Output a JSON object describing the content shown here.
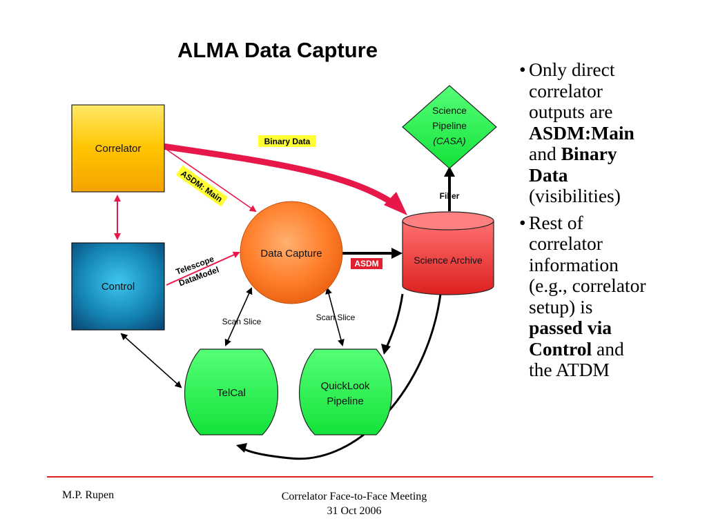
{
  "title": "ALMA Data Capture",
  "nodes": {
    "correlator": "Correlator",
    "control": "Control",
    "data_capture": "Data Capture",
    "science_archive": "Science Archive",
    "science_pipeline": [
      "Science",
      "Pipeline",
      "(CASA)"
    ],
    "telcal": "TelCal",
    "quicklook": [
      "QuickLook",
      "Pipeline"
    ]
  },
  "edge_labels": {
    "binary_data": "Binary Data",
    "asdm_main": "ASDM: Main",
    "telescope_datamodel": [
      "Telescope",
      "DataModel"
    ],
    "asdm": "ASDM",
    "filler": "Filler",
    "scan_slice_left": "Scan Slice",
    "scan_slice_right": "Scan Slice"
  },
  "bullets": [
    {
      "lines": [
        [
          "Only direct"
        ],
        [
          "correlator"
        ],
        [
          "outputs are"
        ],
        [
          "<b>",
          "ASDM:Main"
        ],
        [
          "and ",
          "<b>",
          "Binary"
        ],
        [
          "<b>",
          "Data"
        ],
        [
          "(visibilities)"
        ]
      ],
      "plain": [
        "Only direct",
        "correlator",
        "outputs are"
      ],
      "bold1": "ASDM:Main",
      "and": "and",
      "bold2a": "Binary",
      "bold2b": "Data",
      "tail": "(visibilities)"
    },
    {
      "l1": "Rest of",
      "l2": "correlator",
      "l3": "information",
      "l4": "(e.g., correlator",
      "l5": "setup) is",
      "bold1": "passed via",
      "bold2": "Control",
      "and": "and",
      "tail": "the ATDM"
    }
  ],
  "footer": {
    "author": "M.P. Rupen",
    "meeting": "Correlator Face-to-Face Meeting",
    "date": "31 Oct 2006"
  },
  "colors": {
    "accent_red": "#e8174a",
    "rule": "#e02020",
    "label_yellow": "#ffff33",
    "asdm_badge": "#e02030",
    "green": "#22ee44",
    "correlator": "#ffcc00",
    "control": "#1a8fc0",
    "data_capture": "#ff8833",
    "archive": "#ee3333"
  }
}
